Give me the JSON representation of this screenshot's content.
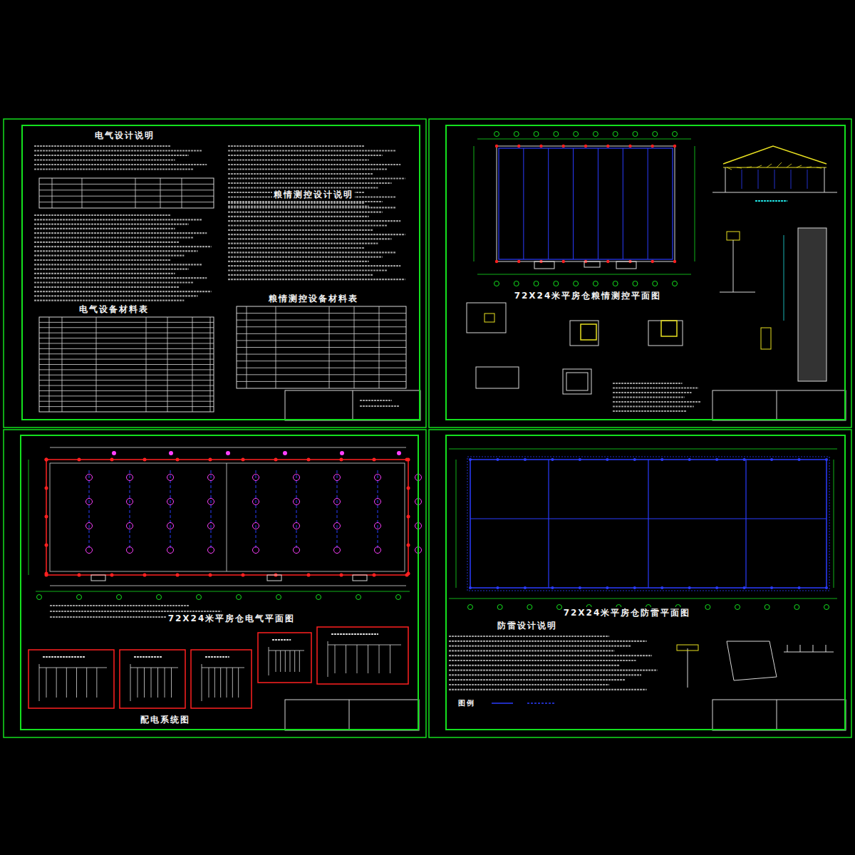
{
  "diagram": {
    "nodes": [
      {
        "text": [
          "电气设计说明",
          "粮情测控设计说明",
          "电气设备材料表",
          "粮情测控设备材料表"
        ]
      },
      {
        "text": [
          "72X24米平房仓粮情测控平面图"
        ]
      },
      {
        "text": [
          "72X24米平房仓电气平面图",
          "配电系统图"
        ]
      },
      {
        "text": [
          "72X24米平房仓防雷平面图",
          "防雷设计说明"
        ]
      }
    ],
    "labels": [
      "图例"
    ]
  }
}
